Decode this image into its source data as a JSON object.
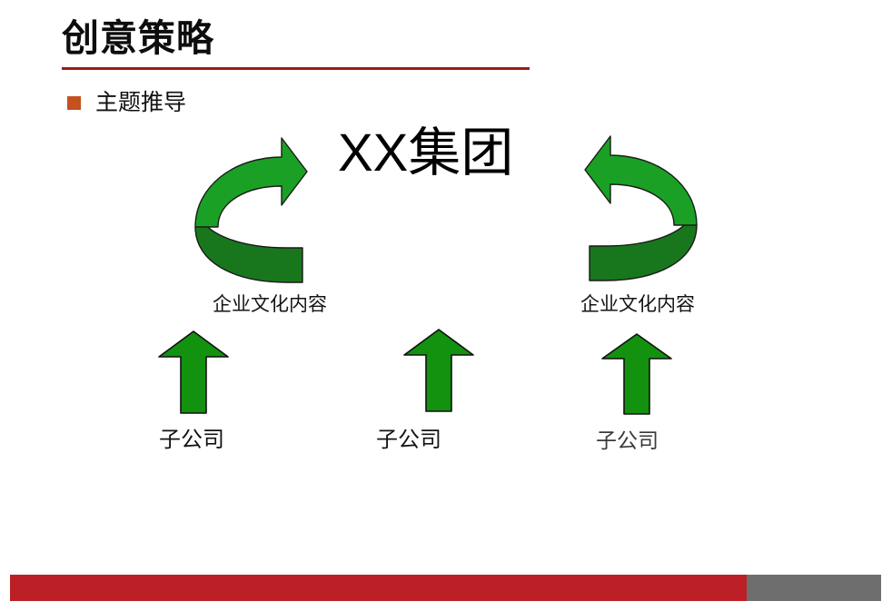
{
  "slide": {
    "title": "创意策略",
    "bullet": {
      "marker": "square-bullet-icon",
      "text": "主题推导"
    },
    "group_name": "XX集团",
    "culture_labels": [
      "企业文化内容",
      "企业文化内容"
    ],
    "subsidiary_labels": [
      "子公司",
      "子公司",
      "子公司"
    ],
    "arrows": {
      "curved_left": "curved-arrow-clockwise-icon",
      "curved_right": "curved-arrow-counterclockwise-icon",
      "up_1": "up-arrow-icon",
      "up_2": "up-arrow-icon",
      "up_3": "up-arrow-icon"
    },
    "colors": {
      "title_rule": "#9E1B1B",
      "bullet": "#C4511F",
      "arrow_light_green": "#1AA024",
      "arrow_dark_green": "#18771D",
      "footer_red": "#BC2026",
      "footer_gray": "#6E6E6E"
    }
  }
}
